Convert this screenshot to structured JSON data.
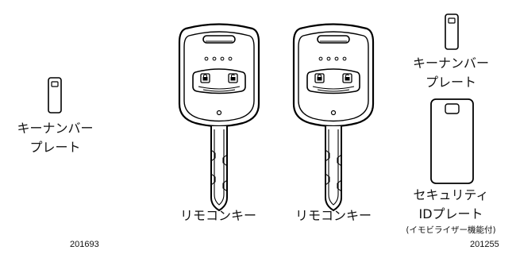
{
  "left": {
    "plate_label_line1": "キーナンバー",
    "plate_label_line2": "プレート",
    "figure_code": "201693"
  },
  "right": {
    "plate_label_line1": "キーナンバー",
    "plate_label_line2": "プレート",
    "security_label_line1": "セキュリティ",
    "security_label_line2": "IDプレート",
    "security_note": "(イモビライザー機能付)",
    "figure_code": "201255"
  },
  "keys": {
    "remote_key_label_1": "リモコンキー",
    "remote_key_label_2": "リモコンキー"
  }
}
